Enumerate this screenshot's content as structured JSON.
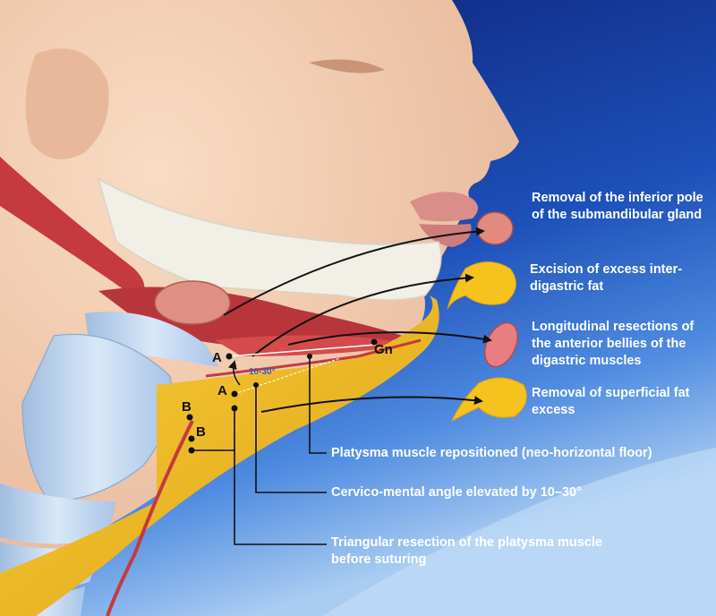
{
  "labels": {
    "submandibular": "Removal of the inferior pole of the submandibular gland",
    "interdigastric": "Excision of excess inter-digastric fat",
    "digastric": "Longitudinal resections of the anterior bellies of the digastric muscles",
    "superficial_fat": "Removal of superficial fat excess",
    "platysma_repositioned": "Platysma muscle repositioned (neo-horizontal floor)",
    "cervico_mental": "Cervico-mental angle elevated by 10–30°",
    "triangular": "Triangular resection of the platysma muscle before suturing"
  },
  "points": {
    "a1": "A",
    "a2": "A",
    "b1": "B",
    "b2": "B",
    "gn": "Gn"
  },
  "angle_label": "10-30°",
  "colors": {
    "background": "#0d2a8a",
    "skin": "#f1cfb4",
    "fat": "#f3bf22",
    "muscle": "#c53a3e",
    "cartilage": "#bcd6ef",
    "leader": "#111111",
    "label_text": "#ffffff"
  }
}
